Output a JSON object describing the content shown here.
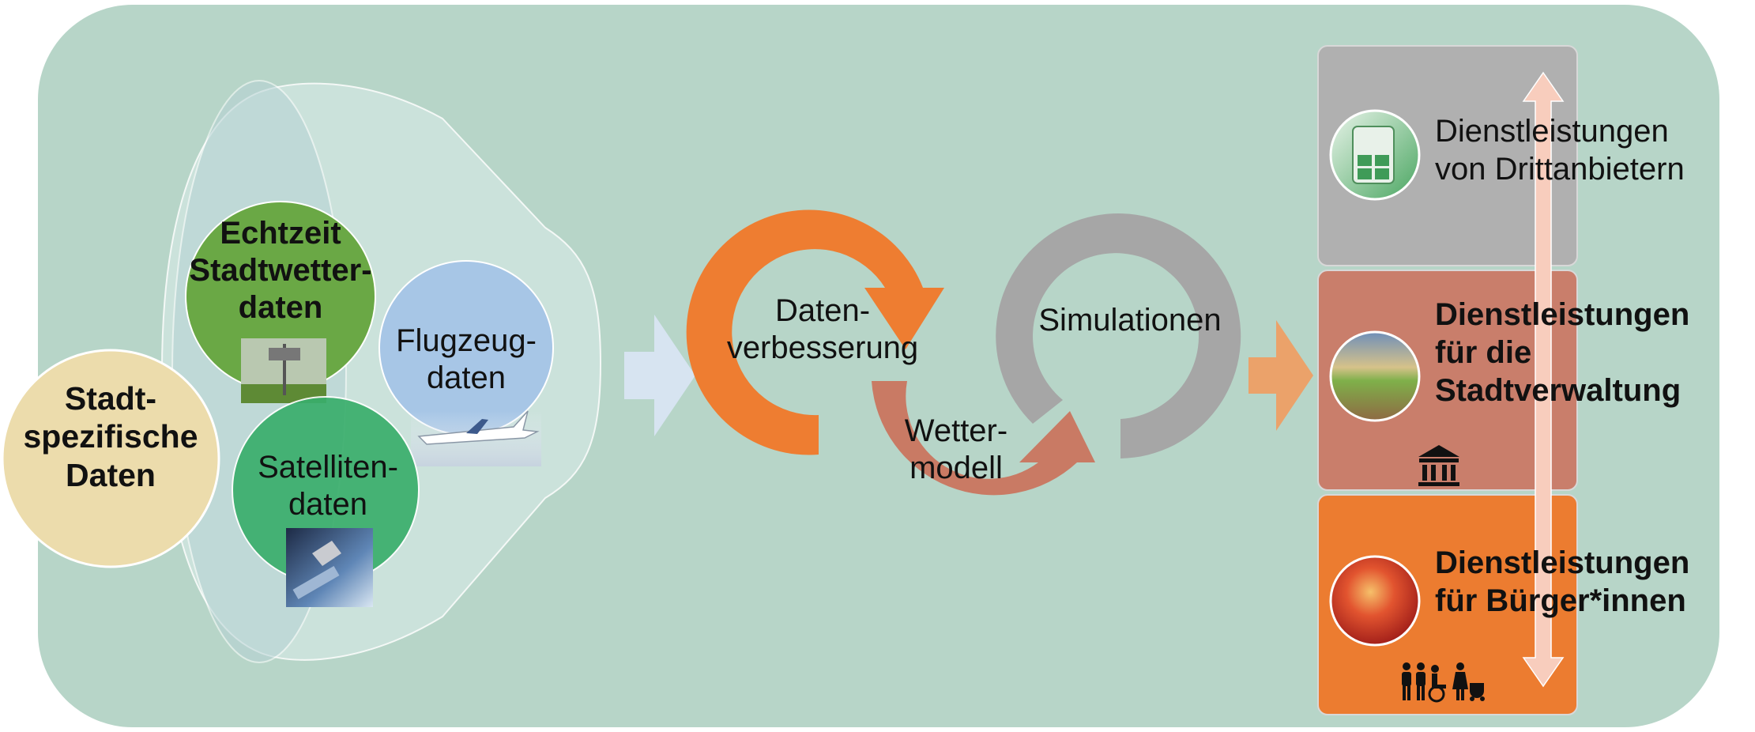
{
  "colors": {
    "background": "#b7d5c8",
    "cone": "#cfe5df",
    "stadt_circle": "#ecdcac",
    "echtzeit_circle": "#6aa845",
    "flugzeug_circle": "#a7c6e6",
    "satelliten_circle": "#3aae6c",
    "cycle_orange": "#ee7d31",
    "cycle_salmon": "#c97a64",
    "cycle_gray": "#a6a6a6",
    "arrow_light": "#d7e4f1",
    "arrow_orange": "#eba26a",
    "panel_gray": "#b0b0b0",
    "panel_brown": "#c97e6b",
    "panel_orange": "#ec7c30",
    "double_arrow": "#f8cdbd"
  },
  "sources": {
    "stadt": [
      "Stadt-",
      "spezifische",
      "Daten"
    ],
    "echtzeit": [
      "Echtzeit",
      "Stadtwetter-",
      "daten"
    ],
    "flugzeug": [
      "Flugzeug-",
      "daten"
    ],
    "satelliten": [
      "Satelliten-",
      "daten"
    ]
  },
  "cycle": {
    "datenverbesserung": [
      "Daten-",
      "verbesserung"
    ],
    "wettermodell": [
      "Wetter-",
      "modell"
    ],
    "simulationen": "Simulationen"
  },
  "services": [
    {
      "lines": [
        "Dienstleistungen",
        "von Drittanbietern"
      ],
      "bold": false,
      "icon": "smartphone-app-thumbnail"
    },
    {
      "lines": [
        "Dienstleistungen",
        "für die",
        "Stadtverwaltung"
      ],
      "bold": true,
      "icon": "city-administration-building-icon"
    },
    {
      "lines": [
        "Dienstleistungen",
        "für Bürger*innen"
      ],
      "bold": true,
      "icon": "citizens-people-icon"
    }
  ]
}
